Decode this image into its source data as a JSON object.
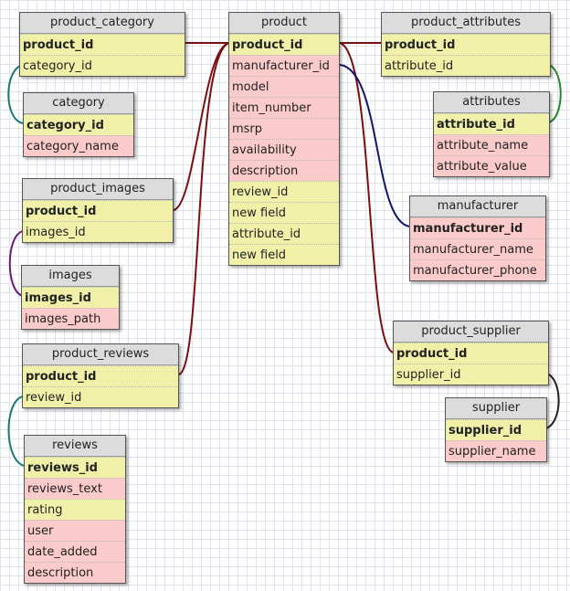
{
  "tables": {
    "product_category": {
      "title": "product_category",
      "fields": [
        "product_id",
        "category_id"
      ]
    },
    "category": {
      "title": "category",
      "fields": [
        "category_id",
        "category_name"
      ]
    },
    "product_images": {
      "title": "product_images",
      "fields": [
        "product_id",
        "images_id"
      ]
    },
    "images": {
      "title": "images",
      "fields": [
        "images_id",
        "images_path"
      ]
    },
    "product_reviews": {
      "title": "product_reviews",
      "fields": [
        "product_id",
        "review_id"
      ]
    },
    "reviews": {
      "title": "reviews",
      "fields": [
        "reviews_id",
        "reviews_text",
        "rating",
        "user",
        "date_added",
        "description"
      ]
    },
    "product": {
      "title": "product",
      "fields": [
        "product_id",
        "manufacturer_id",
        "model",
        "item_number",
        "msrp",
        "availability",
        "description",
        "review_id",
        "new field",
        "attribute_id",
        "new field"
      ]
    },
    "product_attributes": {
      "title": "product_attributes",
      "fields": [
        "product_id",
        "attribute_id"
      ]
    },
    "attributes": {
      "title": "attributes",
      "fields": [
        "attribute_id",
        "attribute_name",
        "attribute_value"
      ]
    },
    "manufacturer": {
      "title": "manufacturer",
      "fields": [
        "manufacturer_id",
        "manufacturer_name",
        "manufacturer_phone"
      ]
    },
    "product_supplier": {
      "title": "product_supplier",
      "fields": [
        "product_id",
        "supplier_id"
      ]
    },
    "supplier": {
      "title": "supplier",
      "fields": [
        "supplier_id",
        "supplier_name"
      ]
    }
  },
  "relationships": [
    {
      "from": "product.product_id",
      "to": "product_category.product_id",
      "color": "#7a0f0f"
    },
    {
      "from": "product.product_id",
      "to": "product_images.product_id",
      "color": "#7a0f0f"
    },
    {
      "from": "product.product_id",
      "to": "product_reviews.product_id",
      "color": "#7a0f0f"
    },
    {
      "from": "product.product_id",
      "to": "product_attributes.product_id",
      "color": "#7a0f0f"
    },
    {
      "from": "product.product_id",
      "to": "product_supplier.product_id",
      "color": "#7a0f0f"
    },
    {
      "from": "product.manufacturer_id",
      "to": "manufacturer.manufacturer_id",
      "color": "#14166e"
    },
    {
      "from": "product_category.category_id",
      "to": "category.category_id",
      "color": "#187a73"
    },
    {
      "from": "product_images.images_id",
      "to": "images.images_id",
      "color": "#6a1a7a"
    },
    {
      "from": "product_reviews.review_id",
      "to": "reviews.reviews_id",
      "color": "#187a73"
    },
    {
      "from": "product_attributes.attribute_id",
      "to": "attributes.attribute_id",
      "color": "#1f8a2a"
    },
    {
      "from": "product_supplier.supplier_id",
      "to": "supplier.supplier_id",
      "color": "#222222"
    }
  ],
  "colors": {
    "key_field": "#f0f0a8",
    "plain_field": "#fbcaca",
    "title_bar": "#dcdcdc"
  }
}
